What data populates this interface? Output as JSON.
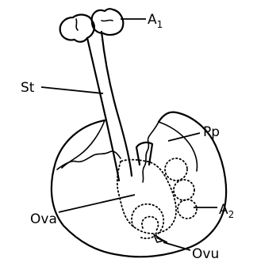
{
  "labels": {
    "anther_top": {
      "text": "A",
      "subscript": "1"
    },
    "style": {
      "text": "St"
    },
    "petal": {
      "text": "Pp"
    },
    "ovary": {
      "text": "Ova"
    },
    "anther_inner": {
      "text": "A",
      "subscript": "2"
    },
    "ovule": {
      "text": "Ovu"
    }
  }
}
